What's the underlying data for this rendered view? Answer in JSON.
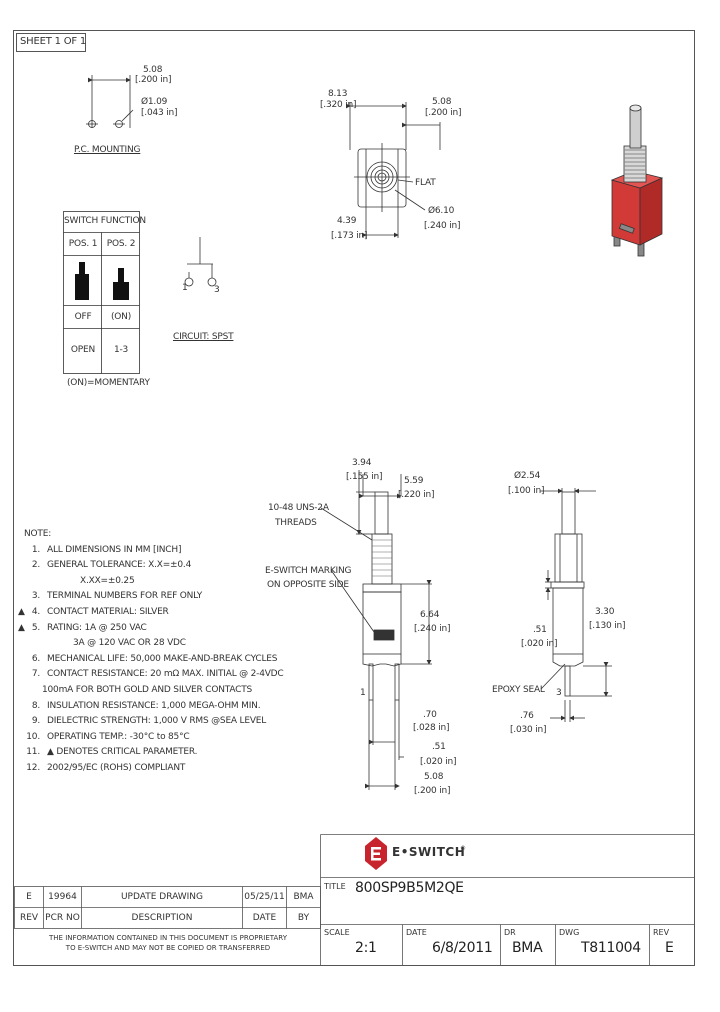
{
  "sheet": "SHEET 1 OF 1",
  "pc_mounting": {
    "spacing_mm": "5.08",
    "spacing_in": "[.200 in]",
    "hole_mm": "Ø1.09",
    "hole_in": "[.043 in]",
    "label": "P.C. MOUNTING"
  },
  "top_view": {
    "width_mm": "8.13",
    "width_in": "[.320 in]",
    "right_mm": "5.08",
    "right_in": "[.200 in]",
    "flat": "FLAT",
    "dia_mm": "Ø6.10",
    "dia_in": "[.240 in]",
    "offset_mm": "4.39",
    "offset_in": "[.173 in]"
  },
  "switch_function": {
    "header": "SWITCH FUNCTION",
    "col1": "POS. 1",
    "col2": "POS. 2",
    "row_state": [
      "OFF",
      "(ON)"
    ],
    "row_contact": [
      "OPEN",
      "1-3"
    ],
    "footnote": "(ON)=MOMENTARY"
  },
  "circuit": {
    "pin1": "1",
    "pin3": "3",
    "label": "CIRCUIT: SPST"
  },
  "side_view": {
    "bushing_mm": "3.94",
    "bushing_in": "[.155 in]",
    "width_mm": "5.59",
    "width_in": "[.220 in]",
    "threads": "10-48 UNS-2A",
    "threads2": "THREADS",
    "marking1": "E-SWITCH MARKING",
    "marking2": "ON OPPOSITE SIDE",
    "body_mm": "6.64",
    "body_in": "[.240 in]",
    "pin1": "1",
    "term_mm": ".70",
    "term_in": "[.028 in]",
    "pin_mm": ".51",
    "pin_in": "[.020 in]",
    "pitch_mm": "5.08",
    "pitch_in": "[.200 in]"
  },
  "end_view": {
    "act_mm": "Ø2.54",
    "act_in": "[.100 in]",
    "t_mm": ".51",
    "t_in": "[.020 in]",
    "h_mm": "3.30",
    "h_in": "[.130 in]",
    "epoxy": "EPOXY SEAL",
    "pin3": "3",
    "w_mm": ".76",
    "w_in": "[.030 in]"
  },
  "notes_title": "NOTE:",
  "notes": [
    {
      "n": "1.",
      "t": "ALL DIMENSIONS IN MM [INCH]",
      "crit": false
    },
    {
      "n": "2.",
      "t": "GENERAL TOLERANCE: X.X=±0.4",
      "crit": false
    },
    {
      "n": "",
      "t": "X.XX=±0.25",
      "crit": false,
      "indent": true
    },
    {
      "n": "3.",
      "t": "TERMINAL NUMBERS FOR REF ONLY",
      "crit": false
    },
    {
      "n": "4.",
      "t": "CONTACT MATERIAL: SILVER",
      "crit": true
    },
    {
      "n": "5.",
      "t": "RATING: 1A @ 250 VAC",
      "crit": true
    },
    {
      "n": "",
      "t": "3A @ 120 VAC OR 28 VDC",
      "crit": false,
      "indent": true
    },
    {
      "n": "6.",
      "t": "MECHANICAL LIFE: 50,000 MAKE-AND-BREAK CYCLES",
      "crit": false
    },
    {
      "n": "7.",
      "t": "CONTACT RESISTANCE: 20 mΩ MAX. INITIAL @ 2-4VDC",
      "crit": false
    },
    {
      "n": "",
      "t": "100mA FOR BOTH GOLD AND SILVER CONTACTS",
      "crit": false
    },
    {
      "n": "8.",
      "t": "INSULATION RESISTANCE: 1,000 MEGA-OHM MIN.",
      "crit": false
    },
    {
      "n": "9.",
      "t": "DIELECTRIC STRENGTH: 1,000 V RMS @SEA LEVEL",
      "crit": false
    },
    {
      "n": "10.",
      "t": "OPERATING TEMP.: -30°C to 85°C",
      "crit": false
    },
    {
      "n": "11.",
      "t": "▲ DENOTES CRITICAL PARAMETER.",
      "crit": false
    },
    {
      "n": "12.",
      "t": "2002/95/EC (ROHS) COMPLIANT",
      "crit": false
    }
  ],
  "revision": {
    "row": [
      "E",
      "19964",
      "UPDATE DRAWING",
      "05/25/11",
      "BMA"
    ],
    "headers": [
      "REV",
      "PCR NO",
      "DESCRIPTION",
      "DATE",
      "BY"
    ],
    "prop1": "THE INFORMATION CONTAINED IN THIS DOCUMENT IS PROPRIETARY",
    "prop2": "TO E-SWITCH AND MAY NOT BE COPIED OR TRANSFERRED"
  },
  "title_block": {
    "brand": "E•SWITCH",
    "brand_mark": "®",
    "title_label": "TITLE",
    "title": "800SP9B5M2QE",
    "scale_label": "SCALE",
    "scale": "2:1",
    "date_label": "DATE",
    "date": "6/8/2011",
    "dr_label": "DR",
    "dr": "BMA",
    "dwg_label": "DWG",
    "dwg": "T811004",
    "rev_label": "REV",
    "rev": "E"
  },
  "colors": {
    "brand_red": "#c8242e",
    "body_red": "#d23a37",
    "line": "#333333"
  }
}
